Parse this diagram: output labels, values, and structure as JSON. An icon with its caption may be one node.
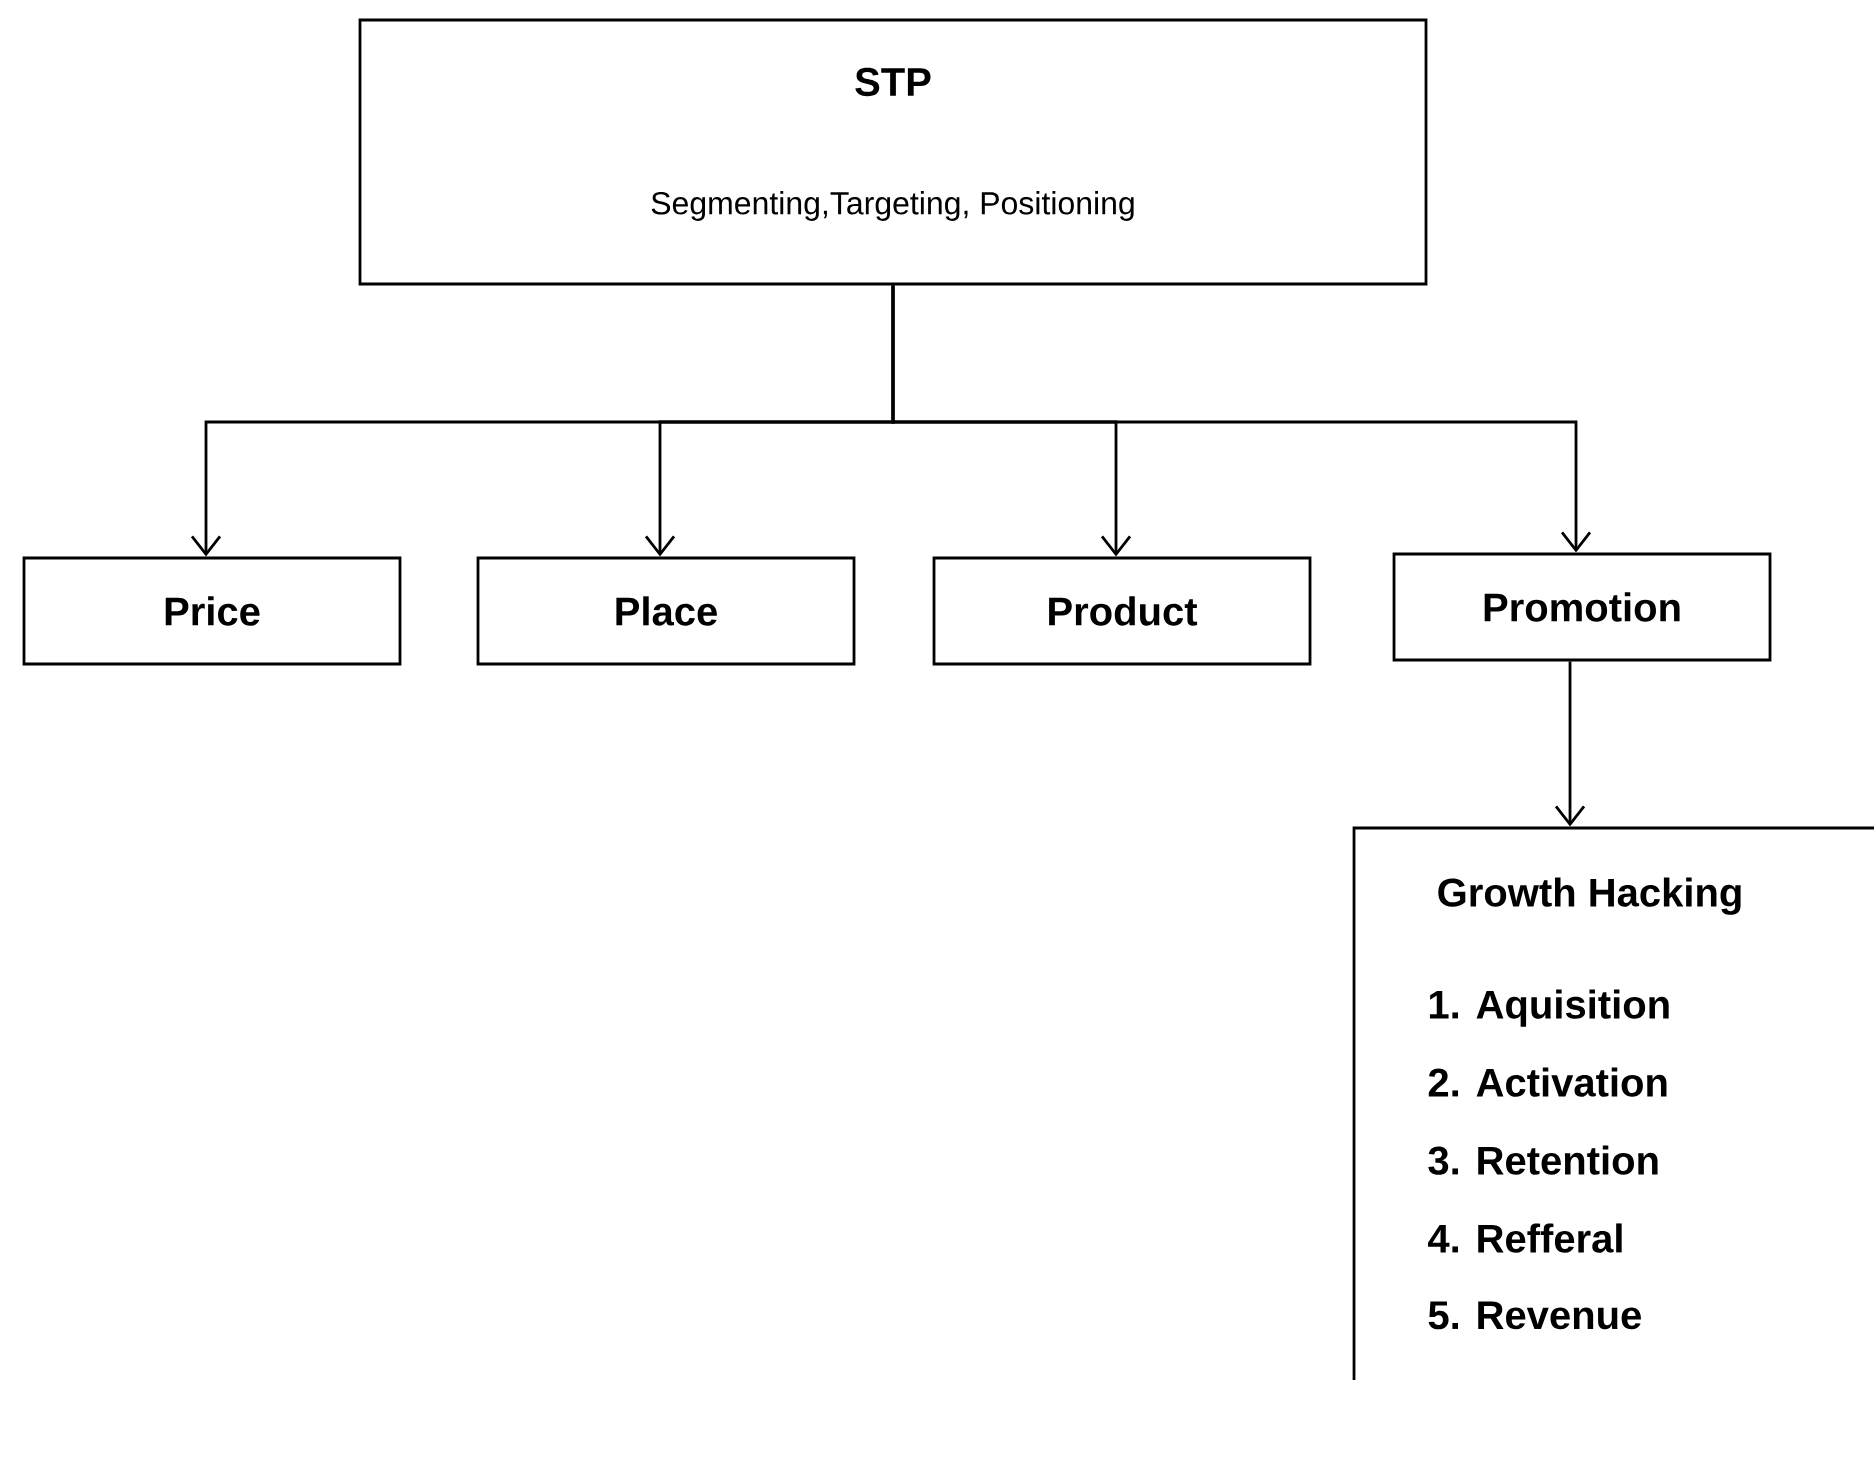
{
  "diagram": {
    "nodes": [
      {
        "text": [
          "STP",
          "Segmenting,Targeting, Positioning"
        ]
      },
      {
        "text": [
          "Price"
        ]
      },
      {
        "text": [
          "Place"
        ]
      },
      {
        "text": [
          "Product"
        ]
      },
      {
        "text": [
          "Promotion"
        ]
      },
      {
        "text": [
          "Growth Hacking",
          "1. Aquisition",
          "2. Activation",
          "3. Retention",
          "4. Refferal",
          "5. Revenue"
        ]
      }
    ],
    "edges": [
      {
        "from": 0,
        "to": 1,
        "arrow": "to"
      },
      {
        "from": 0,
        "to": 2,
        "arrow": "to"
      },
      {
        "from": 0,
        "to": 3,
        "arrow": "to"
      },
      {
        "from": 0,
        "to": 4,
        "arrow": "to"
      },
      {
        "from": 4,
        "to": 5,
        "arrow": "to"
      }
    ]
  }
}
